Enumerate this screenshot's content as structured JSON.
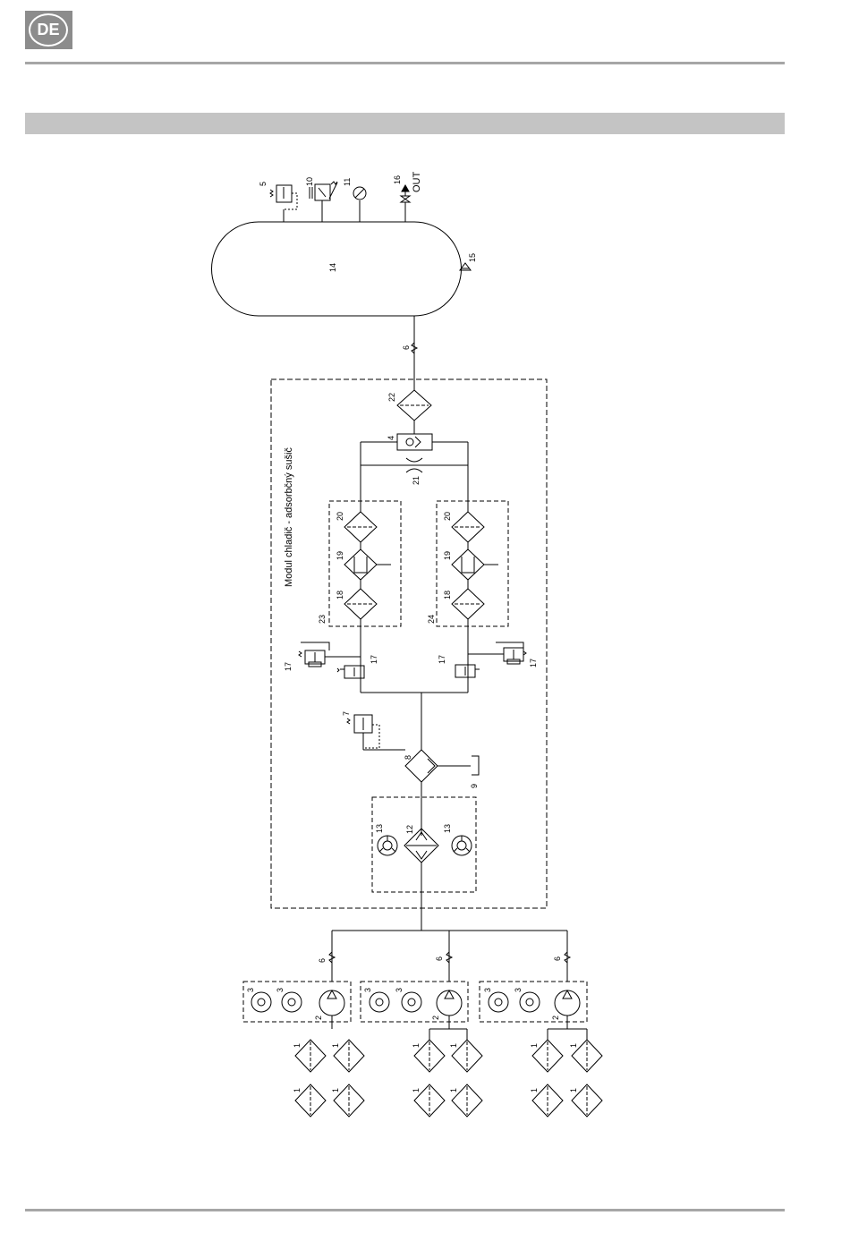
{
  "header": {
    "logo_text": "DE"
  },
  "diagram": {
    "module_label": "Modul chladič - adsorbčný sušič",
    "outlet_label": "OUT",
    "numbers": {
      "n1": "1",
      "n2": "2",
      "n3": "3",
      "n4": "4",
      "n5": "5",
      "n6": "6",
      "n7": "7",
      "n8": "8",
      "n9": "9",
      "n10": "10",
      "n11": "11",
      "n12": "12",
      "n13": "13",
      "n14": "14",
      "n15": "15",
      "n16": "16",
      "n17": "17",
      "n18": "18",
      "n19": "19",
      "n20": "20",
      "n21": "21",
      "n22": "22",
      "n23": "23",
      "n24": "24"
    }
  }
}
